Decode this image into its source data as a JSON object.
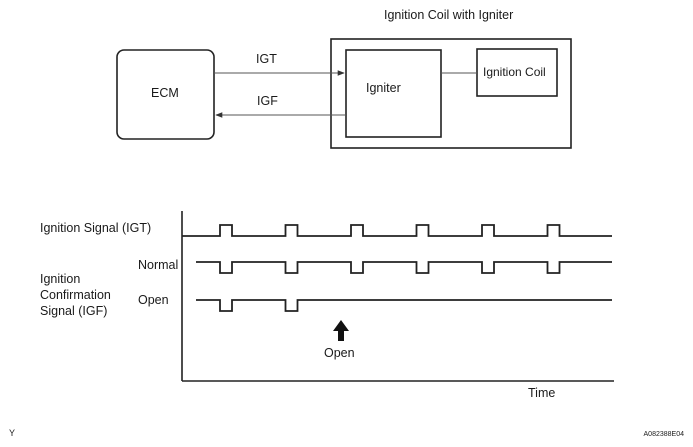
{
  "block_diagram": {
    "title": "Ignition Coil with Igniter",
    "ecm_label": "ECM",
    "igniter_label": "Igniter",
    "coil_label": "Ignition Coil",
    "igt_label": "IGT",
    "igf_label": "IGF"
  },
  "timing_chart": {
    "igt_label": "Ignition Signal (IGT)",
    "igf_label_line1": "Ignition",
    "igf_label_line2": "Confirmation",
    "igf_label_line3": "Signal (IGF)",
    "normal_label": "Normal",
    "open_label": "Open",
    "open_marker_label": "Open",
    "x_axis_label": "Time",
    "pulse_count": 6,
    "open_pulses_before_failure": 2
  },
  "footer": {
    "left_mark": "Y",
    "figure_id": "A082388E04"
  }
}
